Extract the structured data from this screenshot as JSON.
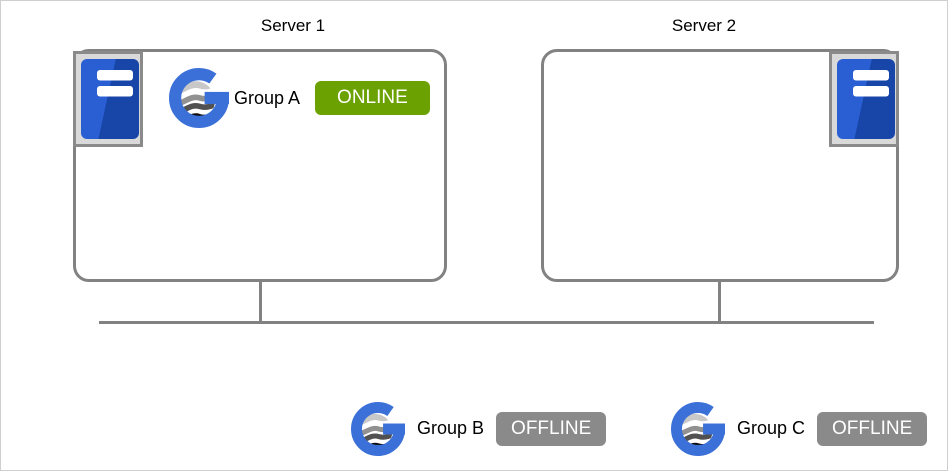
{
  "colors": {
    "online": "#6BA100",
    "offline": "#8A8A8A",
    "line": "#828282",
    "logo_blue": "#3B70D8",
    "server_icon_blue": "#1C4FB8"
  },
  "servers": [
    {
      "title": "Server 1",
      "group": {
        "name": "Group A",
        "status": "ONLINE"
      }
    },
    {
      "title": "Server 2"
    }
  ],
  "standalone_groups": [
    {
      "name": "Group B",
      "status": "OFFLINE"
    },
    {
      "name": "Group C",
      "status": "OFFLINE"
    }
  ]
}
